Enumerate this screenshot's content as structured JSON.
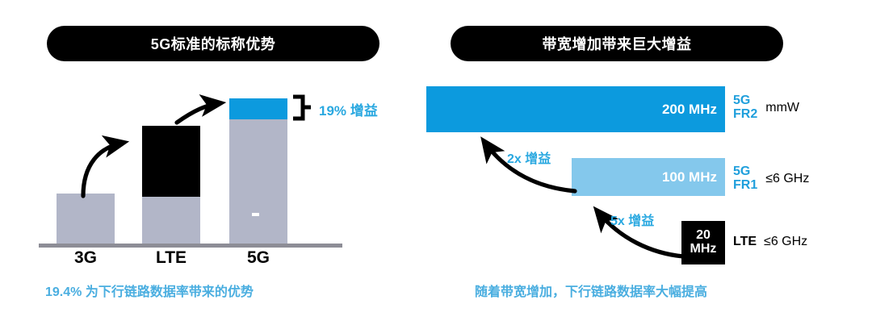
{
  "left_panel": {
    "title": "5G标准的标称优势",
    "caption": "19.4% 为下行链路数据率带来的优势",
    "annotation": "19% 增益",
    "categories": [
      "3G",
      "LTE",
      "5G"
    ]
  },
  "right_panel": {
    "title": "带宽增加带来巨大增益",
    "caption": "随着带宽增加，下行链路数据率大幅提高",
    "rows": [
      {
        "value": "200 MHz",
        "tech_line1": "5G",
        "tech_line2": "FR2",
        "band": "mmW"
      },
      {
        "value": "100 MHz",
        "tech_line1": "5G",
        "tech_line2": "FR1",
        "band": "≤6 GHz"
      },
      {
        "value_line1": "20",
        "value_line2": "MHz",
        "tech_line1": "LTE",
        "band": "≤6 GHz"
      }
    ],
    "gains": [
      "2x 增益",
      "5x 增益"
    ]
  },
  "colors": {
    "brand_blue": "#0c9ade",
    "light_blue": "#84c8ec",
    "text_blue": "#29a8e0",
    "caption_blue": "#4aaee0",
    "grey_bar": "#b2b6c8",
    "black": "#000000",
    "axis_grey": "#8d8d96"
  },
  "chart_data": [
    {
      "type": "bar",
      "title": "5G标准的标称优势",
      "categories": [
        "3G",
        "LTE",
        "5G"
      ],
      "series": [
        {
          "name": "base",
          "values": [
            62,
            58,
            155
          ]
        },
        {
          "name": "increment",
          "values": [
            0,
            88,
            26
          ]
        }
      ],
      "annotations": [
        "19% 增益"
      ],
      "xlabel": "",
      "ylabel": "",
      "grid": false,
      "legend": "none"
    },
    {
      "type": "bar",
      "title": "带宽增加带来巨大增益",
      "orientation": "horizontal",
      "categories": [
        "5G FR2 mmW",
        "5G FR1 ≤6 GHz",
        "LTE ≤6 GHz"
      ],
      "values": [
        200,
        100,
        20
      ],
      "value_labels": [
        "200 MHz",
        "100 MHz",
        "20 MHz"
      ],
      "unit": "MHz",
      "annotations": [
        "2x 增益",
        "5x 增益"
      ],
      "xlabel": "",
      "ylabel": "",
      "grid": false,
      "legend": "none"
    }
  ]
}
